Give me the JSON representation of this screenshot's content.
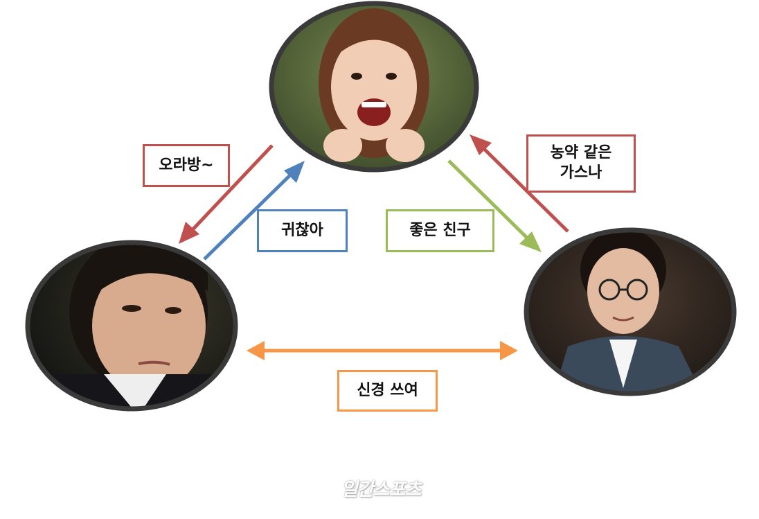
{
  "characters": {
    "top": {
      "icon": "portrait-girl-smiling-icon"
    },
    "left": {
      "icon": "portrait-man-serious-icon"
    },
    "right": {
      "icon": "portrait-man-glasses-icon"
    }
  },
  "relations": {
    "orabang": {
      "text": "오라방~",
      "color": "#c0504d"
    },
    "gwichana": {
      "text": "귀찮아",
      "color": "#4f81bd"
    },
    "joeun": {
      "text": "좋은 친구",
      "color": "#9bbb59"
    },
    "nongyak": {
      "text": "농약 같은\n가스나",
      "color": "#c0504d"
    },
    "singyeong": {
      "text": "신경 쓰여",
      "color": "#f79646"
    }
  },
  "watermark": {
    "text": "일간스포츠"
  }
}
